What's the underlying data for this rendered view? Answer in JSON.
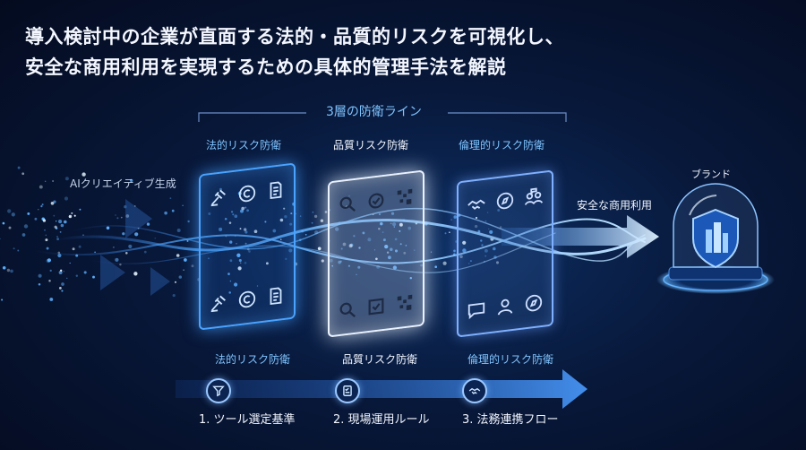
{
  "headline": {
    "line1": "導入検討中の企業が直面する法的・品質的リスクを可視化し、",
    "line2": "安全な商用利用を実現するための具体的管理手法を解説"
  },
  "bracket_title": "3層の防衛ライン",
  "source_label": "AIクリエイティブ生成",
  "layers": [
    {
      "top_label": "法的リスク防衛",
      "bottom_label": "法的リスク防衛",
      "icons": [
        "gavel-icon",
        "copyright-icon",
        "document-icon"
      ]
    },
    {
      "top_label": "品質リスク防衛",
      "bottom_label": "品質リスク防衛",
      "icons": [
        "magnifier-icon",
        "check-icon",
        "pixel-icon"
      ]
    },
    {
      "top_label": "倫理的リスク防衛",
      "bottom_label": "倫理的リスク防衛",
      "icons": [
        "handshake-icon",
        "compass-icon",
        "people-chat-icon"
      ]
    }
  ],
  "output_label": "安全な商用利用",
  "brand_label": "ブランド",
  "steps": [
    {
      "label": "1. ツール選定基準",
      "icon": "filter-icon"
    },
    {
      "label": "2. 現場運用ルール",
      "icon": "checklist-icon"
    },
    {
      "label": "3. 法務連携フロー",
      "icon": "handshake-icon"
    }
  ],
  "colors": {
    "accent_blue": "#4aa3ff",
    "label_blue": "#7fc4ff",
    "background": "#061233"
  }
}
